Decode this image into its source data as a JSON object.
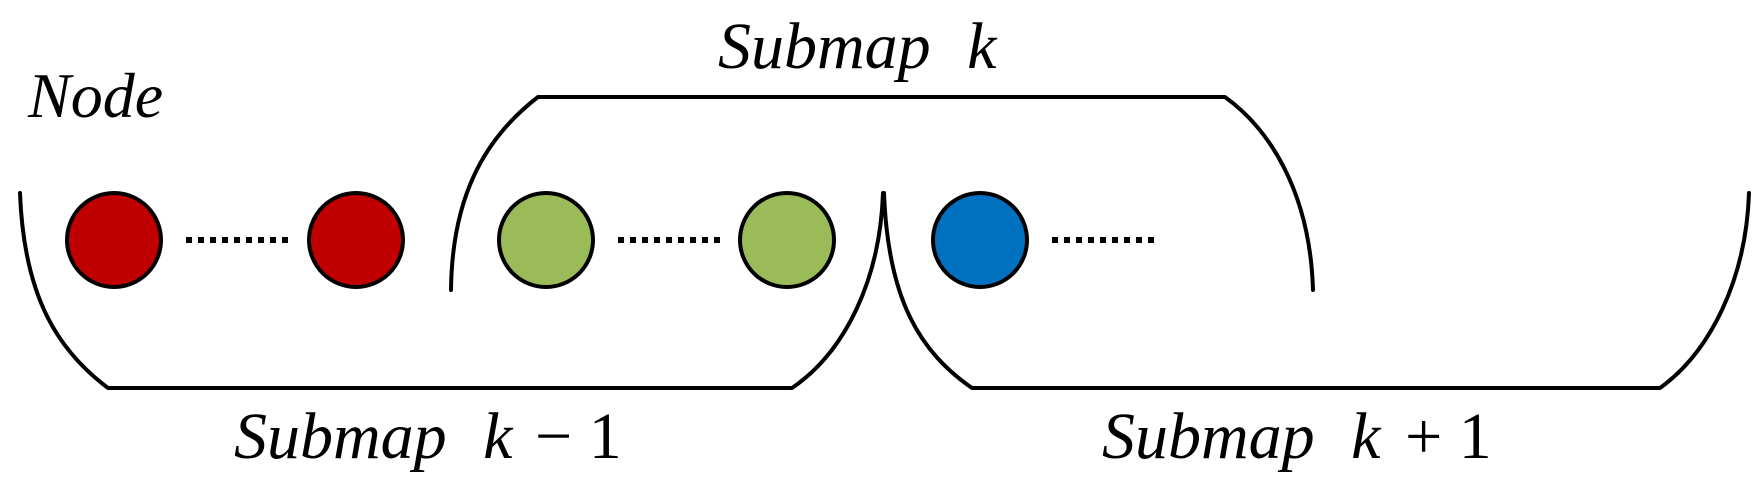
{
  "labels": {
    "node": "Node",
    "submap_k": {
      "word": "Submap",
      "index": "k"
    },
    "submap_k_minus_1": {
      "word": "Submap",
      "index": "k",
      "op": "−",
      "num": "1"
    },
    "submap_k_plus_1": {
      "word": "Submap",
      "index": "k",
      "op": "+",
      "num": "1"
    }
  },
  "colors": {
    "submap_k_minus_1_nodes": "#C00000",
    "submap_k_nodes": "#9BBB59",
    "submap_k_plus_1_nodes": "#0070C0",
    "outline": "#000000"
  },
  "groups": [
    {
      "id": "submap-k-minus-1",
      "node_color": "#C00000",
      "visible_nodes": 2,
      "continues": true
    },
    {
      "id": "submap-k",
      "node_color": "#9BBB59",
      "visible_nodes": 2,
      "continues": true
    },
    {
      "id": "submap-k-plus-1",
      "node_color": "#0070C0",
      "visible_nodes": 1,
      "continues": true
    }
  ]
}
